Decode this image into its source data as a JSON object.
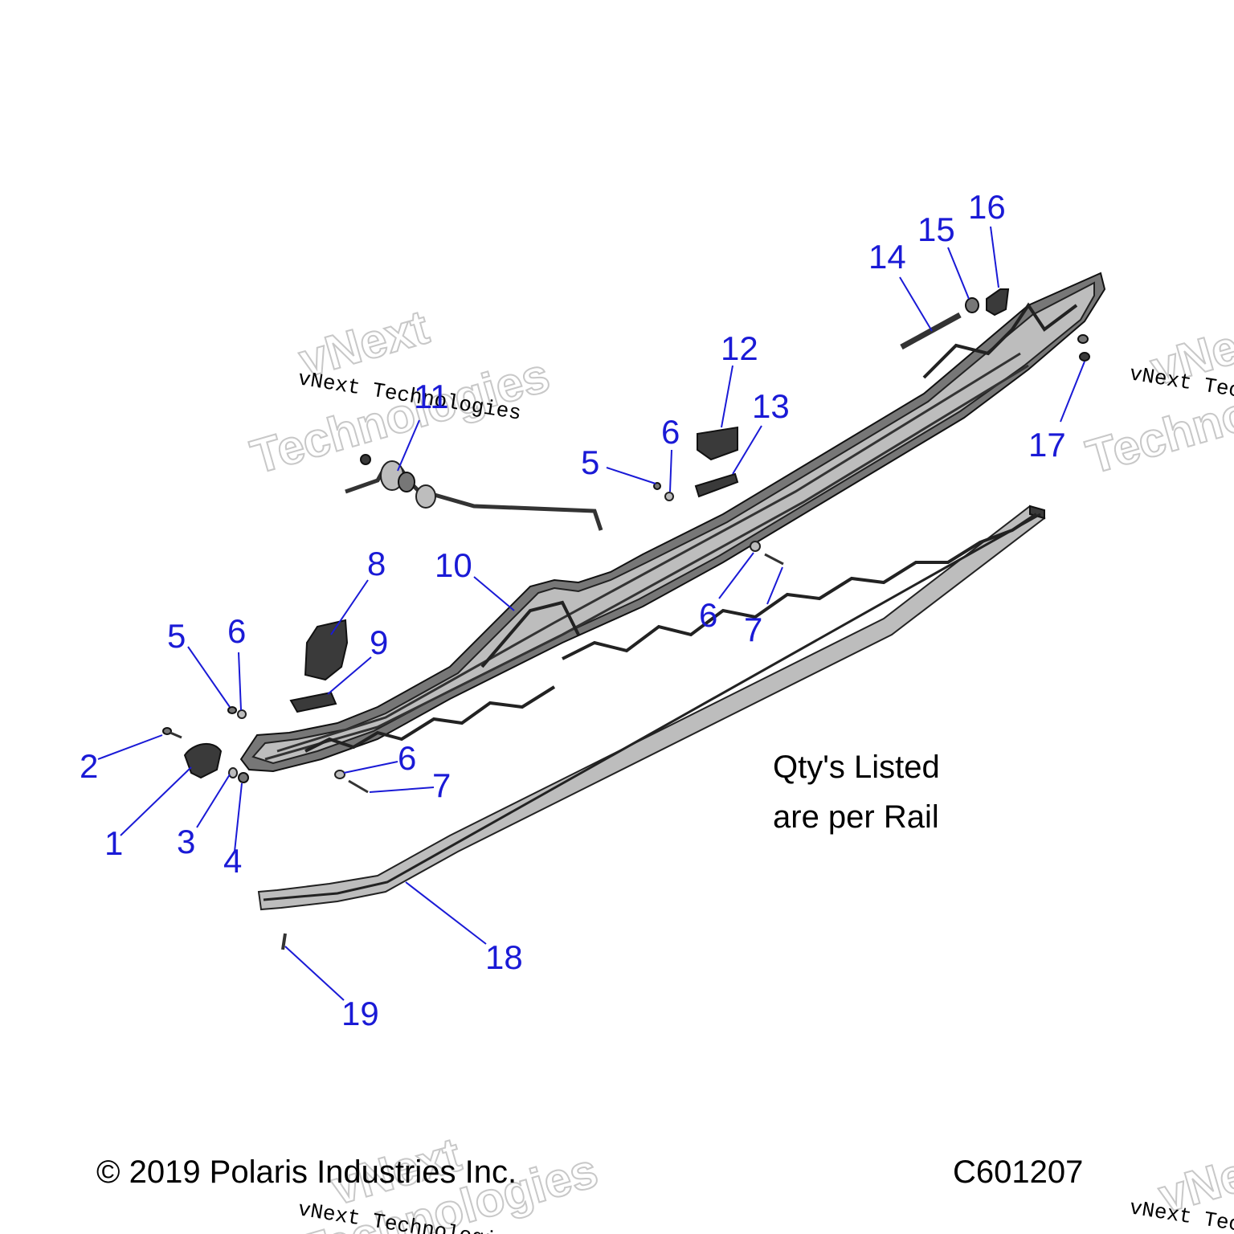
{
  "diagram": {
    "callouts": [
      {
        "id": "1",
        "label": "1"
      },
      {
        "id": "2",
        "label": "2"
      },
      {
        "id": "3",
        "label": "3"
      },
      {
        "id": "4",
        "label": "4"
      },
      {
        "id": "5a",
        "label": "5"
      },
      {
        "id": "5b",
        "label": "5"
      },
      {
        "id": "6a",
        "label": "6"
      },
      {
        "id": "6b",
        "label": "6"
      },
      {
        "id": "6c",
        "label": "6"
      },
      {
        "id": "6d",
        "label": "6"
      },
      {
        "id": "7a",
        "label": "7"
      },
      {
        "id": "7b",
        "label": "7"
      },
      {
        "id": "8",
        "label": "8"
      },
      {
        "id": "9",
        "label": "9"
      },
      {
        "id": "10",
        "label": "10"
      },
      {
        "id": "11",
        "label": "11"
      },
      {
        "id": "12",
        "label": "12"
      },
      {
        "id": "13",
        "label": "13"
      },
      {
        "id": "14",
        "label": "14"
      },
      {
        "id": "15",
        "label": "15"
      },
      {
        "id": "16",
        "label": "16"
      },
      {
        "id": "17",
        "label": "17"
      },
      {
        "id": "18",
        "label": "18"
      },
      {
        "id": "19",
        "label": "19"
      }
    ],
    "note_line1": "Qty's Listed",
    "note_line2": "are per Rail",
    "copyright": "© 2019 Polaris Industries Inc.",
    "drawing_code": "C601207",
    "callout_color": "#1a1ad6"
  },
  "watermark": {
    "brand_line1": "vNext",
    "brand_line2": "Technologies",
    "stamp_text": "vNext Technologies"
  }
}
